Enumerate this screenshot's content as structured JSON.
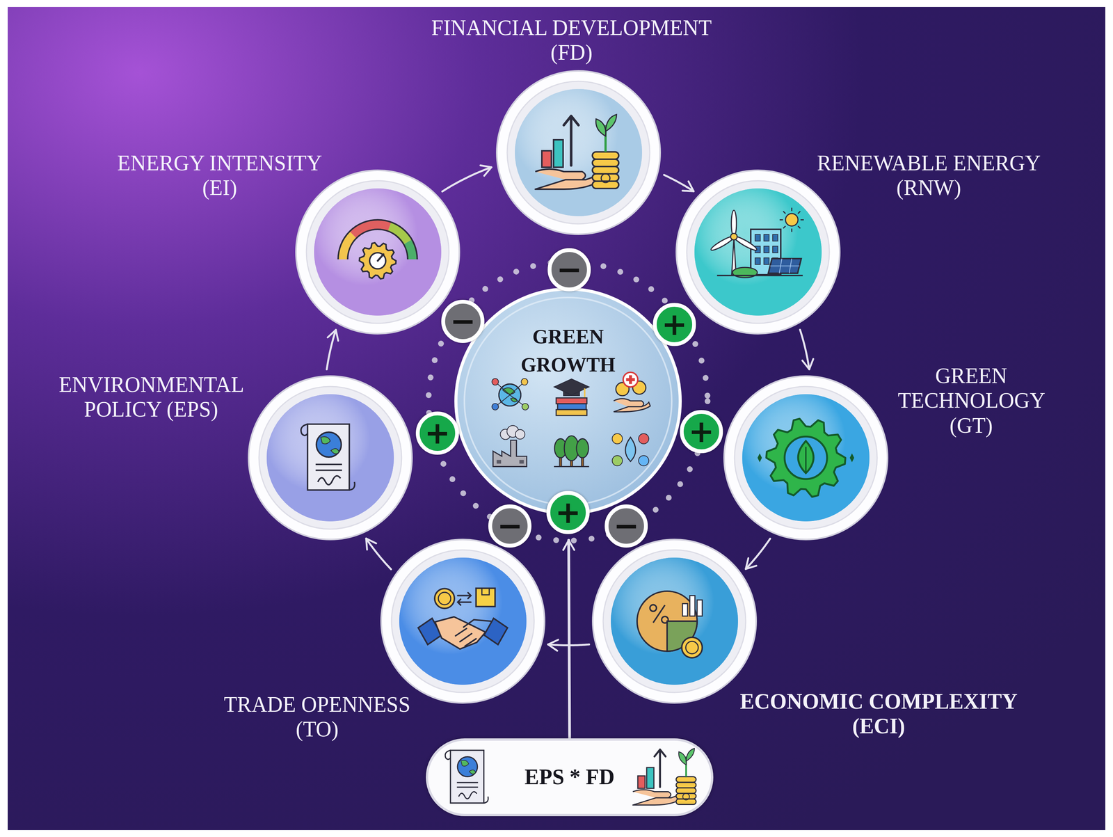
{
  "diagram": {
    "nodes": [
      {
        "text": [
          "FINANCIAL DEVELOPMENT (FD)"
        ]
      },
      {
        "text": [
          "RENEWABLE ENERGY (RNW)"
        ]
      },
      {
        "text": [
          "GREEN TECHNOLOGY (GT)"
        ]
      },
      {
        "text": [
          "ECONOMIC COMPLEXITY (ECI)"
        ]
      },
      {
        "text": [
          "TRADE OPENNESS (TO)"
        ]
      },
      {
        "text": [
          "ENVIRONMENTAL POLICY (EPS)"
        ]
      },
      {
        "text": [
          "ENERGY INTENSITY (EI)"
        ]
      },
      {
        "text": [
          "GREEN GROWTH"
        ]
      },
      {
        "text": [
          "EPS * FD"
        ]
      }
    ],
    "edges": [
      {
        "from": 6,
        "to": 0,
        "arrow": "to"
      },
      {
        "from": 0,
        "to": 1,
        "arrow": "to"
      },
      {
        "from": 1,
        "to": 2,
        "arrow": "to"
      },
      {
        "from": 2,
        "to": 3,
        "arrow": "to"
      },
      {
        "from": 3,
        "to": 4,
        "arrow": "to"
      },
      {
        "from": 4,
        "to": 5,
        "arrow": "to"
      },
      {
        "from": 5,
        "to": 6,
        "arrow": "to"
      },
      {
        "from": 8,
        "to": 7,
        "arrow": "to"
      }
    ],
    "labels": [
      "−",
      "+",
      "+",
      "−",
      "−",
      "+",
      "−",
      "+"
    ]
  }
}
